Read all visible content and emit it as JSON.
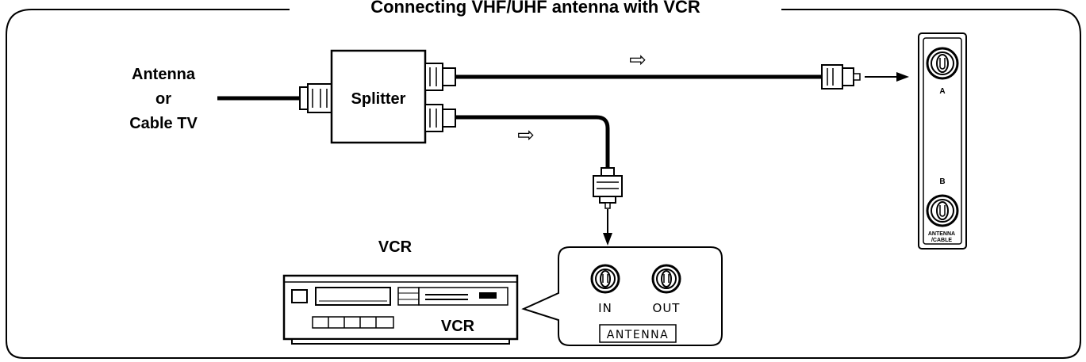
{
  "title": "Connecting VHF/UHF antenna with VCR",
  "source": {
    "line1": "Antenna",
    "line2": "or",
    "line3": "Cable TV"
  },
  "splitter_label": "Splitter",
  "vcr": {
    "heading": "VCR",
    "device_label": "VCR"
  },
  "vcr_panel": {
    "in_label": "IN",
    "out_label": "OUT",
    "group_label": "ANTENNA"
  },
  "tv_panel": {
    "input_a_label": "A",
    "input_b_label": "B",
    "footer_line1": "ANTENNA",
    "footer_line2": "/CABLE"
  },
  "signal_arrow_glyph": "⇨"
}
